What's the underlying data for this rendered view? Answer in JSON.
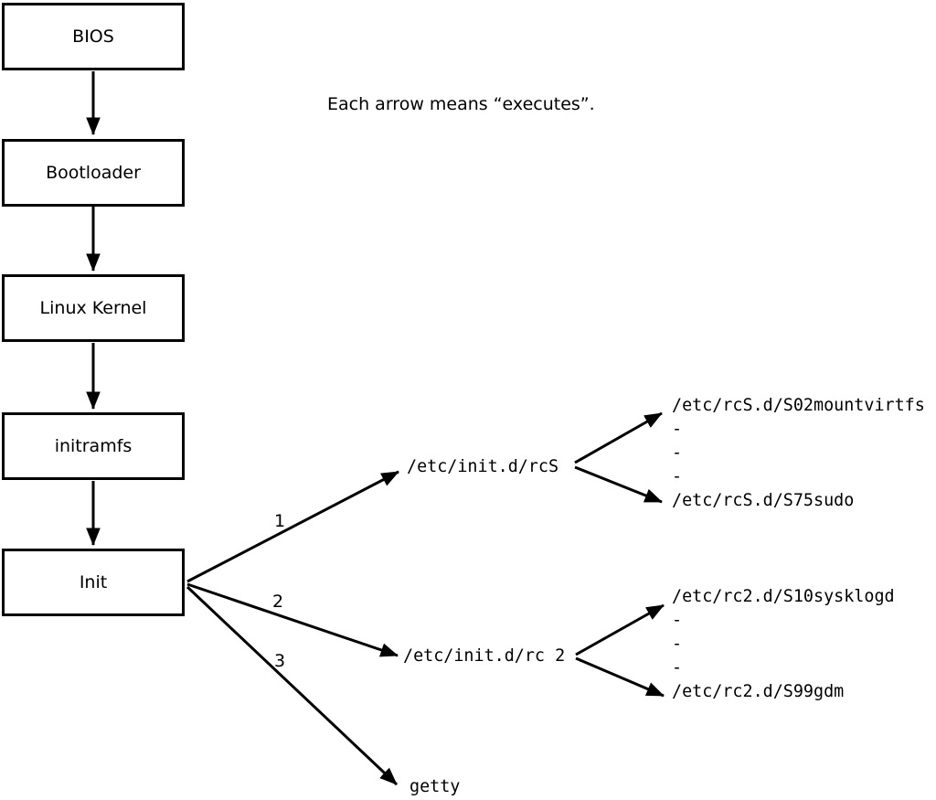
{
  "note": "Each arrow means “executes”.",
  "boot_chain": [
    "BIOS",
    "Bootloader",
    "Linux Kernel",
    "initramfs",
    "Init"
  ],
  "init_targets": [
    {
      "order": "1",
      "label": "/etc/init.d/rcS",
      "children": [
        "/etc/rcS.d/S02mountvirtfs",
        "-",
        "-",
        "-",
        "/etc/rcS.d/S75sudo"
      ]
    },
    {
      "order": "2",
      "label": "/etc/init.d/rc 2",
      "children": [
        "/etc/rc2.d/S10sysklogd",
        "-",
        "-",
        "-",
        "/etc/rc2.d/S99gdm"
      ]
    },
    {
      "order": "3",
      "label": "getty",
      "children": []
    }
  ],
  "colors": {
    "line": "#000000",
    "background": "#ffffff"
  }
}
